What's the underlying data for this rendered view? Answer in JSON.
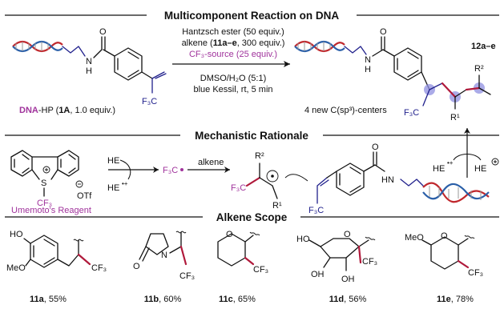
{
  "headers": {
    "section1": "Multicomponent Reaction on DNA",
    "section2": "Mechanistic Rationale",
    "section3": "Alkene Scope"
  },
  "reaction": {
    "cond_line1": "Hantzsch ester (50 equiv.)",
    "cond_line2_pre": "alkene (",
    "cond_line2_bold": "11a–e",
    "cond_line2_post": ", 300 equiv.)",
    "cond_line3": "CF₃-source (25 equiv.)",
    "cond_line4": "DMSO/H₂O (5:1)",
    "cond_line5": "blue Kessil, rt, 5 min",
    "result_note": "4 new C(sp³)-centers",
    "product_label": "12a–e",
    "sm_label_dna": "DNA",
    "sm_label_mid": "-HP (",
    "sm_label_bold": "1A",
    "sm_label_end": ", 1.0 equiv.)",
    "nh": "H",
    "n": "N",
    "o": "O",
    "f3c": "F₃C",
    "r1": "R¹",
    "r2": "R²"
  },
  "mechanism": {
    "reagent_label": "Umemoto's Reagent",
    "s_plus": "S",
    "cf3": "CF₃",
    "otf": "OTf",
    "he": "HE",
    "he_radical_cation": "HE",
    "f3c_radical": "F₃C",
    "alkene_label": "alkene",
    "he_right": "HE",
    "he_plus": "HE"
  },
  "scope": [
    {
      "id": "11a",
      "yield": "55%"
    },
    {
      "id": "11b",
      "yield": "60%"
    },
    {
      "id": "11c",
      "yield": "65%"
    },
    {
      "id": "11d",
      "yield": "56%"
    },
    {
      "id": "11e",
      "yield": "78%"
    }
  ],
  "scope_atoms": {
    "ho": "HO",
    "meo": "MeO",
    "cf3": "CF₃",
    "o": "O",
    "n": "N",
    "oh": "OH"
  },
  "colors": {
    "blue_accent": "#20208c",
    "magenta_accent": "#a0339c",
    "bond_red": "#b0193b",
    "highlight_circle": "#8f8fe0"
  }
}
